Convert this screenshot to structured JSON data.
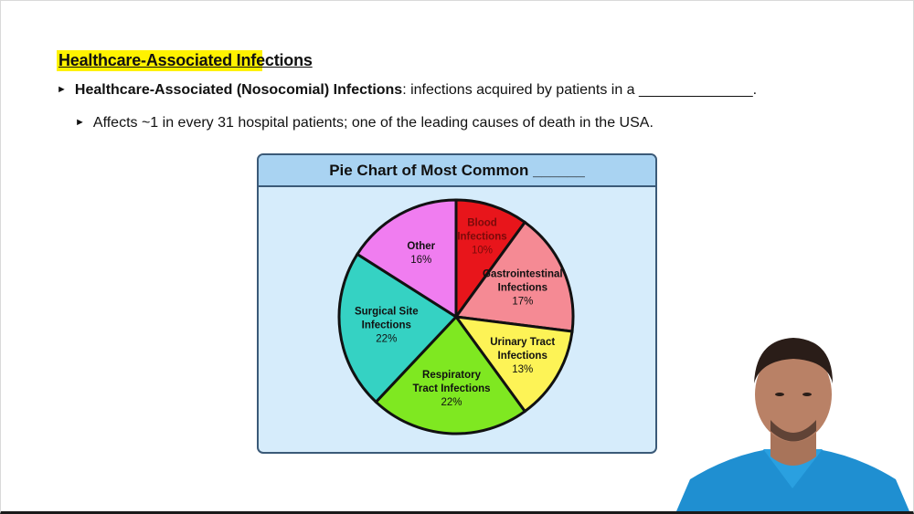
{
  "slide": {
    "title": "Healthcare-Associated Infections",
    "bullet1_bold": "Healthcare-Associated (Nosocomial) Infections",
    "bullet1_rest": ": infections acquired by patients in a ______________.",
    "bullet2": "Affects ~1 in every 31 hospital patients; one of the leading causes of death in the USA."
  },
  "chart_data": {
    "type": "pie",
    "title": "Pie Chart of Most Common ______",
    "slices": [
      {
        "label": [
          "Blood",
          "Infections"
        ],
        "value": 10,
        "display": "10%",
        "color": "#e8151b"
      },
      {
        "label": [
          "Gastrointestinal",
          "Infections"
        ],
        "value": 17,
        "display": "17%",
        "color": "#f58a94"
      },
      {
        "label": [
          "Urinary Tract",
          "Infections"
        ],
        "value": 13,
        "display": "13%",
        "color": "#fdf356"
      },
      {
        "label": [
          "Respiratory",
          "Tract Infections"
        ],
        "value": 22,
        "display": "22%",
        "color": "#7fe821"
      },
      {
        "label": [
          "Surgical Site",
          "Infections"
        ],
        "value": 22,
        "display": "22%",
        "color": "#35d2c3"
      },
      {
        "label": [
          "Other"
        ],
        "value": 16,
        "display": "16%",
        "color": "#f07df0"
      }
    ]
  }
}
